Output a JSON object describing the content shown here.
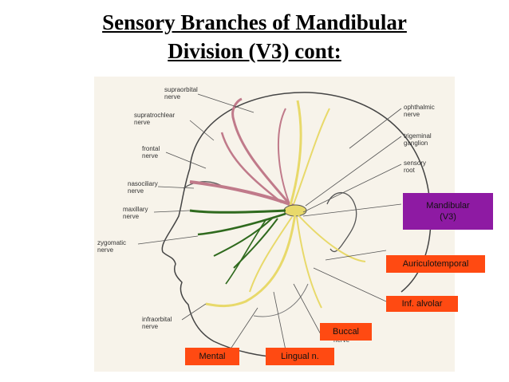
{
  "title": {
    "line1": "Sensory Branches of Mandibular",
    "line2": "Division (V3) cont:"
  },
  "figure_labels": {
    "supraorbital": "supraorbital nerve",
    "supratrochlear": "supratrochlear nerve",
    "frontal": "frontal nerve",
    "nasociliary": "nasociliary nerve",
    "maxillary": "maxillary nerve",
    "zygomatic": "zygomatic nerve",
    "infraorbital": "infraorbital nerve",
    "ophthalmic": "ophthalmic nerve",
    "trigeminal": "trigeminal ganglion",
    "sensory_root": "sensory root",
    "nerve": "nerve"
  },
  "callouts": {
    "mandibular_line1": "Mandibular",
    "mandibular_line2": "(V3)",
    "auriculotemporal": "Auriculotemporal",
    "inf_alveolar": "Inf. alvolar",
    "buccal": "Buccal",
    "mental": "Mental",
    "lingual": "Lingual n."
  },
  "colors": {
    "orange": "#ff4a12",
    "purple": "#8e1aa3",
    "nerve_yellow": "#e8d96a",
    "nerve_green": "#2f6a1e",
    "nerve_pink": "#c07a8a"
  }
}
